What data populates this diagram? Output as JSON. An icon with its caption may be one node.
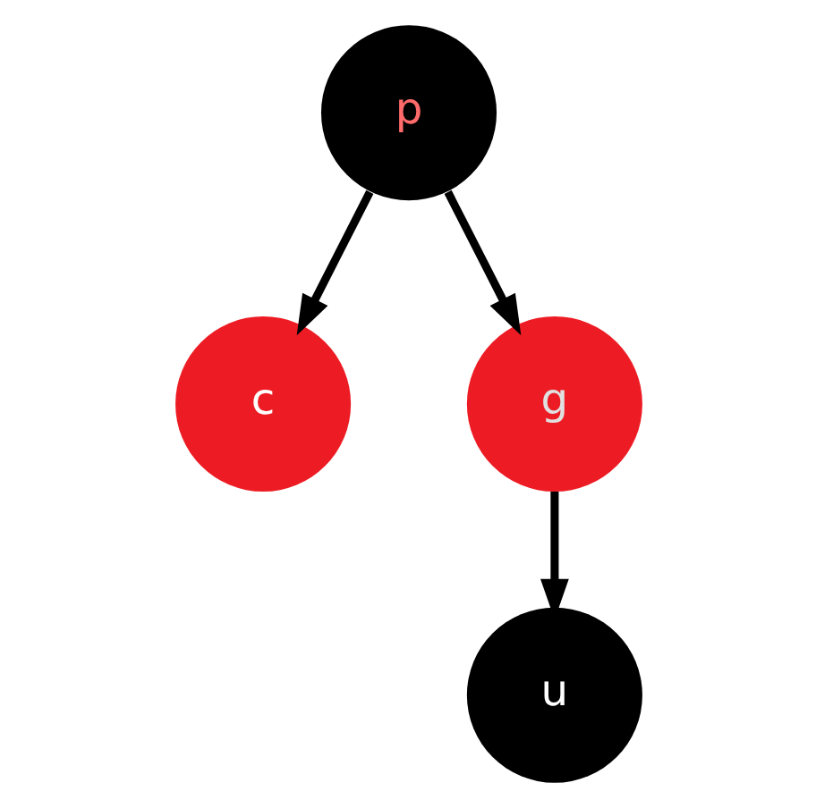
{
  "diagram": {
    "nodes": [
      {
        "text": [
          "p"
        ]
      },
      {
        "text": [
          "c"
        ]
      },
      {
        "text": [
          "g"
        ]
      },
      {
        "text": [
          "u"
        ]
      }
    ],
    "edges": [
      {
        "from": 0,
        "to": 1,
        "arrow": "to"
      },
      {
        "from": 0,
        "to": 2,
        "arrow": "to"
      },
      {
        "from": 2,
        "to": 3,
        "arrow": "to"
      }
    ]
  }
}
